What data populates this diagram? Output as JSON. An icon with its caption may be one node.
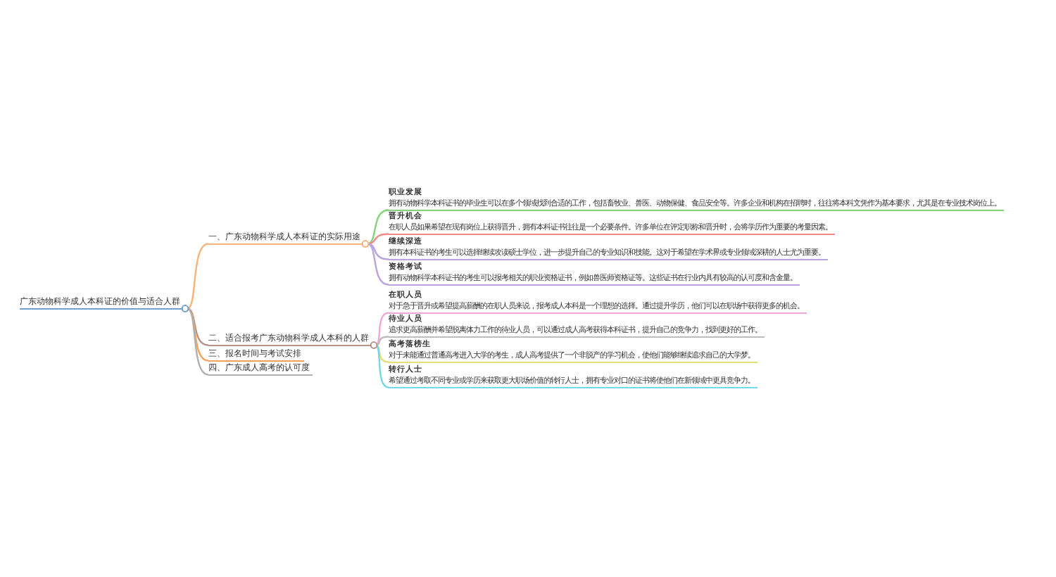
{
  "diagram": {
    "nodes": [
      {
        "text": [
          "广东动物科学成人本科证的价值与适合人群"
        ]
      },
      {
        "text": [
          "一、广东动物科学成人本科证的实际用途"
        ]
      },
      {
        "text": [
          "二、适合报考广东动物科学成人本科的人群"
        ]
      },
      {
        "text": [
          "三、报名时间与考试安排"
        ]
      },
      {
        "text": [
          "四、广东成人高考的认可度"
        ]
      },
      {
        "text": [
          "职业发展",
          "拥有动物科学本科证书的毕业生可以在多个领域找到合适的工作，包括畜牧业、兽医、动物保健、食品安全等。许多企业和机构在招聘时，往往将本科文凭作为基本要求，尤其是在专业技术岗位上。"
        ]
      },
      {
        "text": [
          "晋升机会",
          "在职人员如果希望在现有岗位上获得晋升，拥有本科证书往往是一个必要条件。许多单位在评定职称和晋升时，会将学历作为重要的考量因素。"
        ]
      },
      {
        "text": [
          "继续深造",
          "拥有本科证书的考生可以选择继续攻读硕士学位，进一步提升自己的专业知识和技能。这对于希望在学术界或专业领域深耕的人士尤为重要。"
        ]
      },
      {
        "text": [
          "资格考试",
          "拥有动物科学本科证书的考生可以报考相关的职业资格证书，例如兽医师资格证等。这些证书在行业内具有较高的认可度和含金量。"
        ]
      },
      {
        "text": [
          "在职人员",
          "对于急于晋升或希望提高薪酬的在职人员来说，报考成人本科是一个理想的选择。通过提升学历，他们可以在职场中获得更多的机会。"
        ]
      },
      {
        "text": [
          "待业人员",
          "追求更高薪酬并希望脱离体力工作的待业人员，可以通过成人高考获得本科证书，提升自己的竞争力，找到更好的工作。"
        ]
      },
      {
        "text": [
          "高考落榜生",
          "对于未能通过普通高考进入大学的考生，成人高考提供了一个非脱产的学习机会，使他们能够继续追求自己的大学梦。"
        ]
      },
      {
        "text": [
          "转行人士",
          "希望通过考取不同专业或学历来获取更大职场价值的转行人士，拥有专业对口的证书将使他们在新领域中更具竞争力。"
        ]
      }
    ],
    "edges": [
      {
        "from": 0,
        "to": 1,
        "arrow": "none",
        "color": "#f9b27a"
      },
      {
        "from": 0,
        "to": 2,
        "arrow": "none",
        "color": "#b8938a"
      },
      {
        "from": 0,
        "to": 3,
        "arrow": "none",
        "color": "#f7a35c"
      },
      {
        "from": 0,
        "to": 4,
        "arrow": "none",
        "color": "#b0b0b0"
      },
      {
        "from": 1,
        "to": 5,
        "arrow": "none",
        "color": "#86d27a"
      },
      {
        "from": 1,
        "to": 6,
        "arrow": "none",
        "color": "#f08a8a"
      },
      {
        "from": 1,
        "to": 7,
        "arrow": "none",
        "color": "#b9a3e0"
      },
      {
        "from": 1,
        "to": 8,
        "arrow": "none",
        "color": "#b9a3e0"
      },
      {
        "from": 2,
        "to": 9,
        "arrow": "none",
        "color": "#f2a7dc"
      },
      {
        "from": 2,
        "to": 10,
        "arrow": "none",
        "color": "#bdbdbd"
      },
      {
        "from": 2,
        "to": 11,
        "arrow": "none",
        "color": "#e4df72"
      },
      {
        "from": 2,
        "to": 12,
        "arrow": "none",
        "color": "#73d8ea"
      }
    ]
  }
}
